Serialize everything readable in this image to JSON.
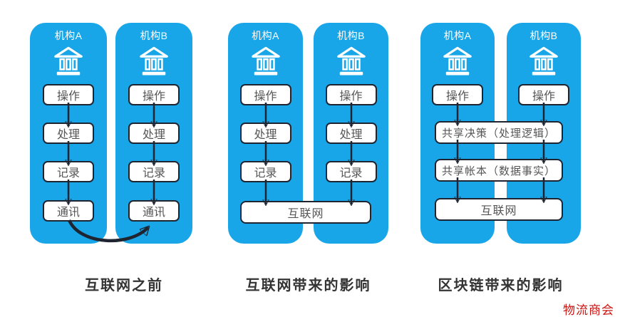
{
  "colors": {
    "column_blue": "#18a6e9",
    "ink_dark": "#1e2430",
    "box_text": "#555555",
    "caption_text": "#333333",
    "org_title_text": "#ffffff",
    "watermark_red": "#cc1512",
    "background": "#ffffff"
  },
  "watermark": "物流商会",
  "panels": [
    {
      "caption": "互联网之前",
      "columns": [
        {
          "title": "机构A",
          "boxes": [
            "操作",
            "处理",
            "记录",
            "通讯"
          ]
        },
        {
          "title": "机构B",
          "boxes": [
            "操作",
            "处理",
            "记录",
            "通讯"
          ]
        }
      ],
      "shared_boxes": []
    },
    {
      "caption": "互联网带来的影响",
      "columns": [
        {
          "title": "机构A",
          "boxes": [
            "操作",
            "处理",
            "记录"
          ]
        },
        {
          "title": "机构B",
          "boxes": [
            "操作",
            "处理",
            "记录"
          ]
        }
      ],
      "shared_boxes": [
        "互联网"
      ]
    },
    {
      "caption": "区块链带来的影响",
      "columns": [
        {
          "title": "机构A",
          "boxes": [
            "操作"
          ]
        },
        {
          "title": "机构B",
          "boxes": [
            "操作"
          ]
        }
      ],
      "shared_boxes": [
        "共享决策（处理逻辑）",
        "共享帐本（数据事实）",
        "互联网"
      ]
    }
  ]
}
